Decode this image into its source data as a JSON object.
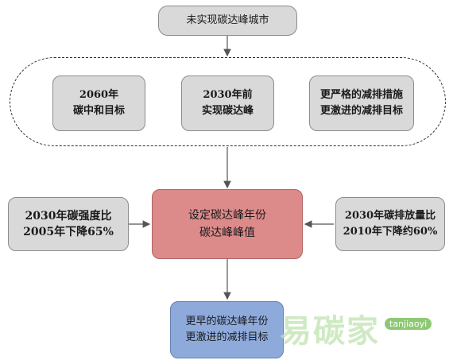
{
  "nodes": {
    "top": {
      "line1": "未实现碳达峰城市"
    },
    "goal_2060": {
      "line1": "2060年",
      "line2": "碳中和目标"
    },
    "peak_2030": {
      "line1": "2030年前",
      "line2": "实现碳达峰"
    },
    "stricter": {
      "line1": "更严格的减排措施",
      "line2": "更激进的减排目标"
    },
    "intensity": {
      "line1": "2030年碳强度比",
      "line2": "2005年下降65%"
    },
    "center": {
      "line1": "设定碳达峰年份",
      "line2": "碳达峰峰值"
    },
    "emission": {
      "line1": "2030年碳排放量比",
      "line2": "2010年下降约60%"
    },
    "bottom": {
      "line1": "更早的碳达峰年份",
      "line2": "更激进的减排目标"
    }
  },
  "colors": {
    "gray_box": "#d9d9d9",
    "center_box": "#dc8a8a",
    "bottom_box": "#8eaadb",
    "arrow": "#555555"
  },
  "watermark": {
    "chinese": "易碳家",
    "latin": "tanjiaoyi"
  }
}
